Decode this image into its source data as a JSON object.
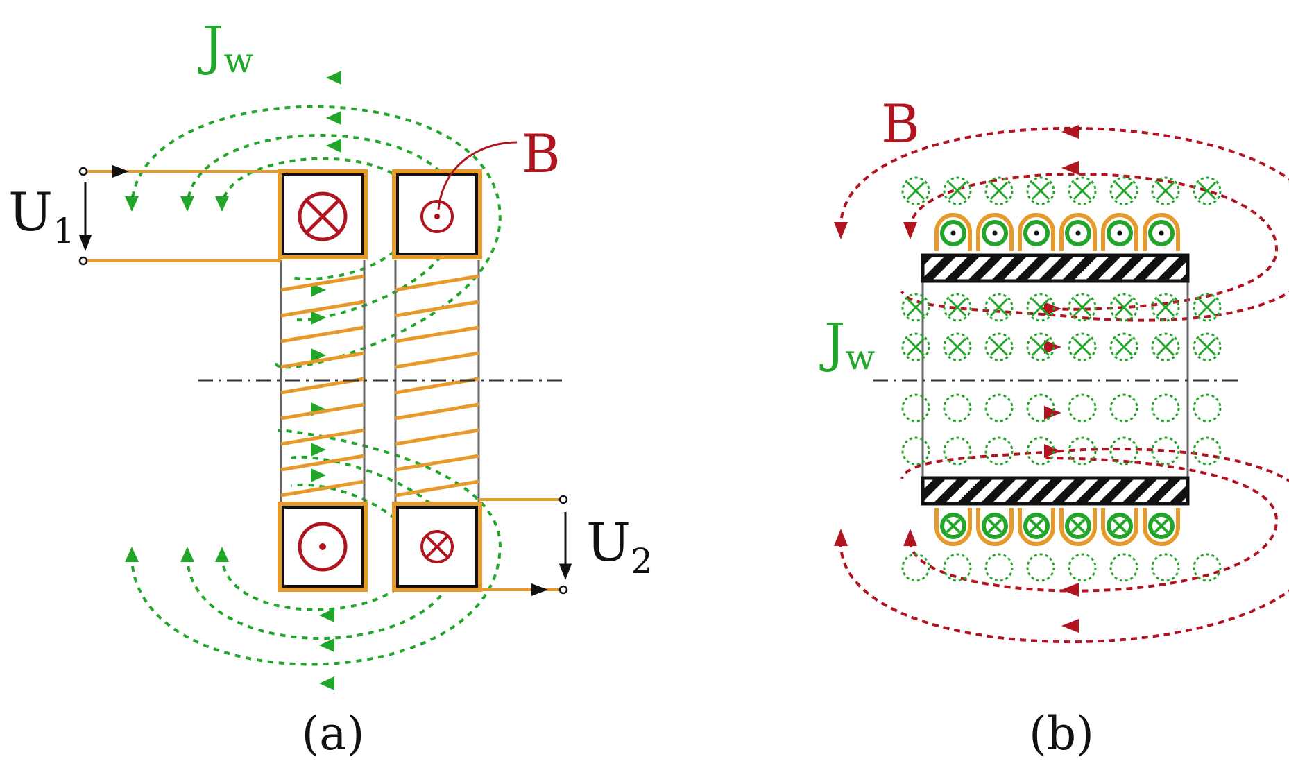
{
  "panel_a": {
    "caption": "(a)",
    "label_jw_main": "J",
    "label_jw_sub": "w",
    "label_b": "B",
    "label_u1_main": "U",
    "label_u1_sub": "1",
    "label_u2_main": "U",
    "label_u2_sub": "2"
  },
  "panel_b": {
    "caption": "(b)",
    "label_b": "B",
    "label_jw_main": "J",
    "label_jw_sub": "w"
  },
  "colors": {
    "field_b": "#b0141e",
    "current_jw": "#22a62a",
    "winding": "#e59a2b",
    "frame": "#111111",
    "axis": "#333333"
  }
}
